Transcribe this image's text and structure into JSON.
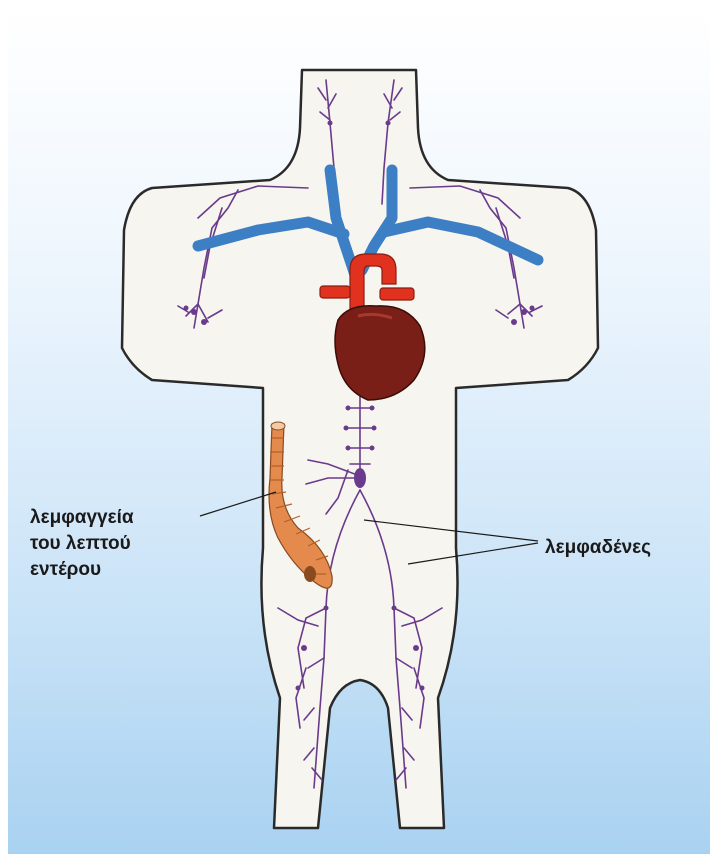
{
  "labels": {
    "lymph_vessels_intestine": [
      "λεμφαγγεία",
      "του λεπτού",
      "εντέρου"
    ],
    "lymph_nodes": "λεμφαδένες"
  },
  "colors": {
    "background_top": "#ffffff",
    "background_bottom": "#a9d2f1",
    "body_fill": "#f7f5ef",
    "body_outline": "#2a2a2a",
    "veins": "#3d7fc4",
    "arteries": "#e0321f",
    "heart": "#7a1f17",
    "lymph": "#6a3a8c",
    "intestine": "#e48a4c"
  }
}
